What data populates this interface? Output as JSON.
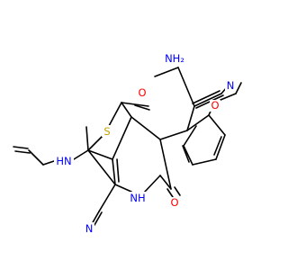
{
  "diagram": {
    "kind": "skeletal-structure",
    "atoms": [
      {
        "id": "o_ring",
        "text": "O",
        "color": "#ff0000"
      },
      {
        "id": "nh2",
        "text": "NH₂",
        "color": "#0000ff"
      },
      {
        "id": "n_cn1",
        "text": "N",
        "color": "#0000ff"
      },
      {
        "id": "o_methoxy",
        "text": "O",
        "color": "#ff0000"
      },
      {
        "id": "s",
        "text": "S",
        "color": "#c8a000"
      },
      {
        "id": "hn_allyl",
        "text": "HN",
        "color": "#0000ff"
      },
      {
        "id": "nh_ring",
        "text": "NH",
        "color": "#0000ff"
      },
      {
        "id": "o_carbonyl",
        "text": "O",
        "color": "#ff0000"
      },
      {
        "id": "n_cn2",
        "text": "N",
        "color": "#0000ff"
      }
    ]
  }
}
